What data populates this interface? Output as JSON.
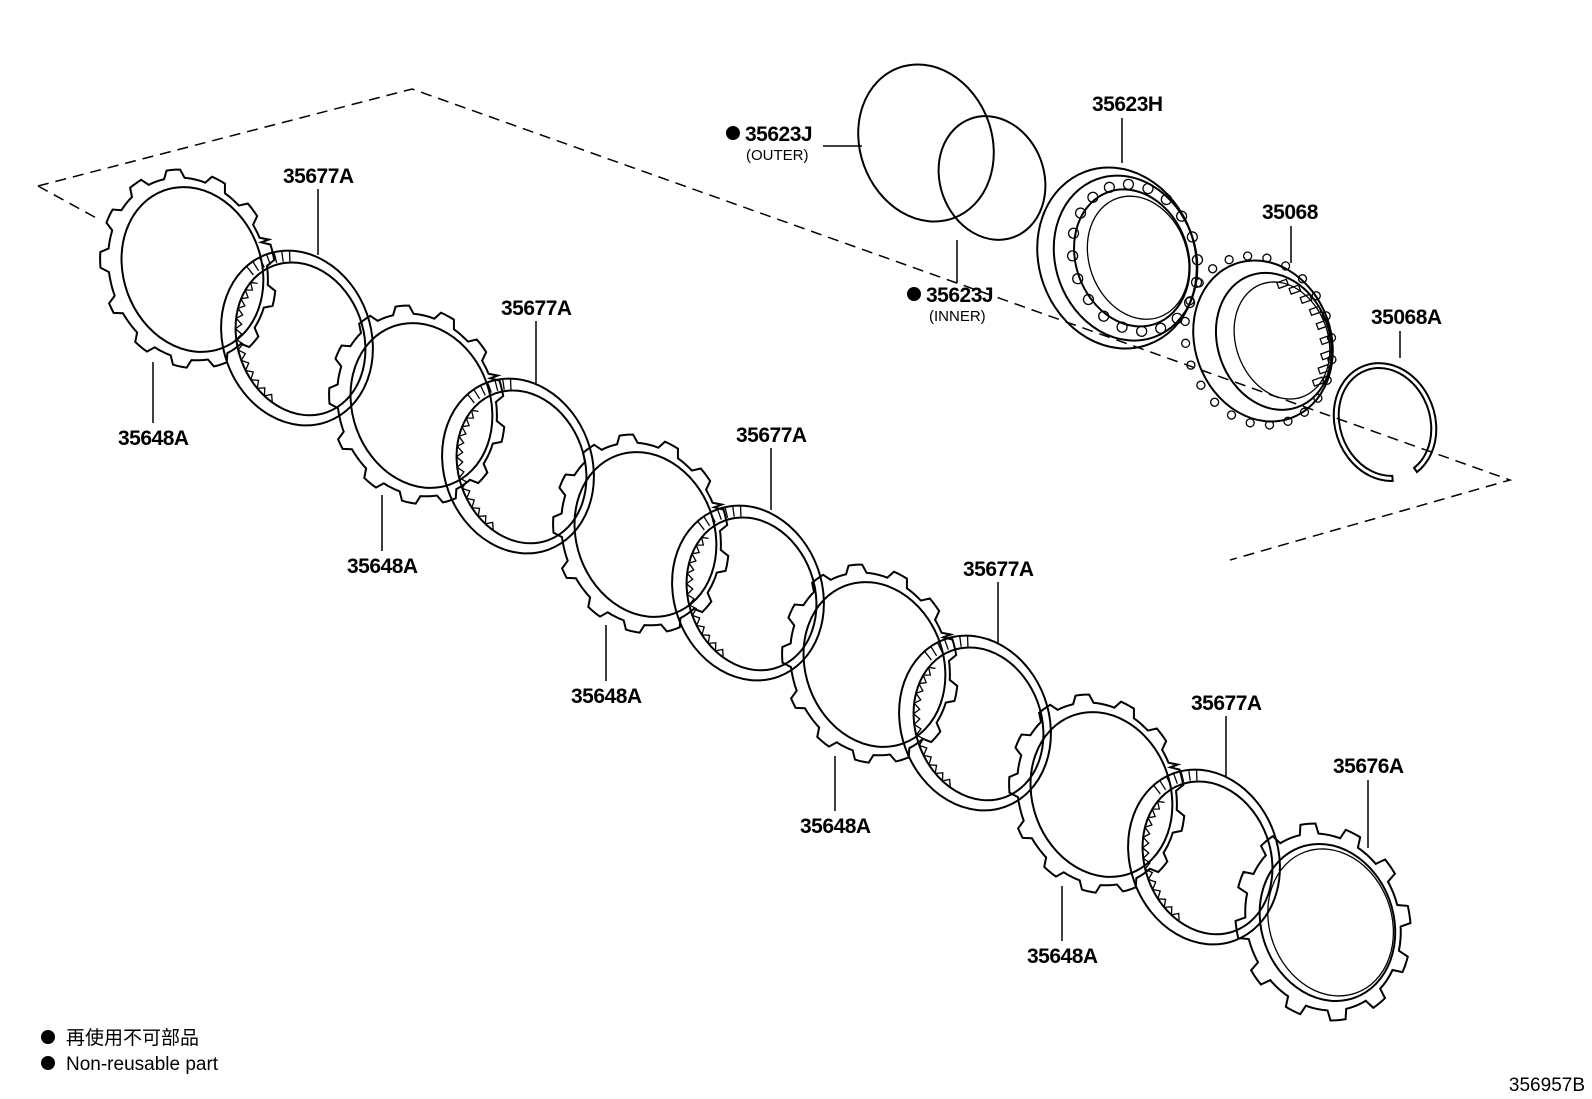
{
  "diagram": {
    "plates": [
      {
        "label": "35648A"
      },
      {
        "label": "35648A"
      },
      {
        "label": "35648A"
      },
      {
        "label": "35648A"
      },
      {
        "label": "35648A"
      }
    ],
    "discs": [
      {
        "label": "35677A"
      },
      {
        "label": "35677A"
      },
      {
        "label": "35677A"
      },
      {
        "label": "35677A"
      },
      {
        "label": "35677A"
      }
    ],
    "flange": {
      "label": "35676A"
    },
    "seal_outer": {
      "label": "35623J",
      "note": "(OUTER)"
    },
    "seal_inner": {
      "label": "35623J",
      "note": "(INNER)"
    },
    "piston": {
      "label": "35623H"
    },
    "spring_retainer": {
      "label": "35068"
    },
    "snap_ring": {
      "label": "35068A"
    }
  },
  "legend": {
    "line_jp": "再使用不可部品",
    "line_en": "Non-reusable part"
  },
  "figure_code": "356957B"
}
